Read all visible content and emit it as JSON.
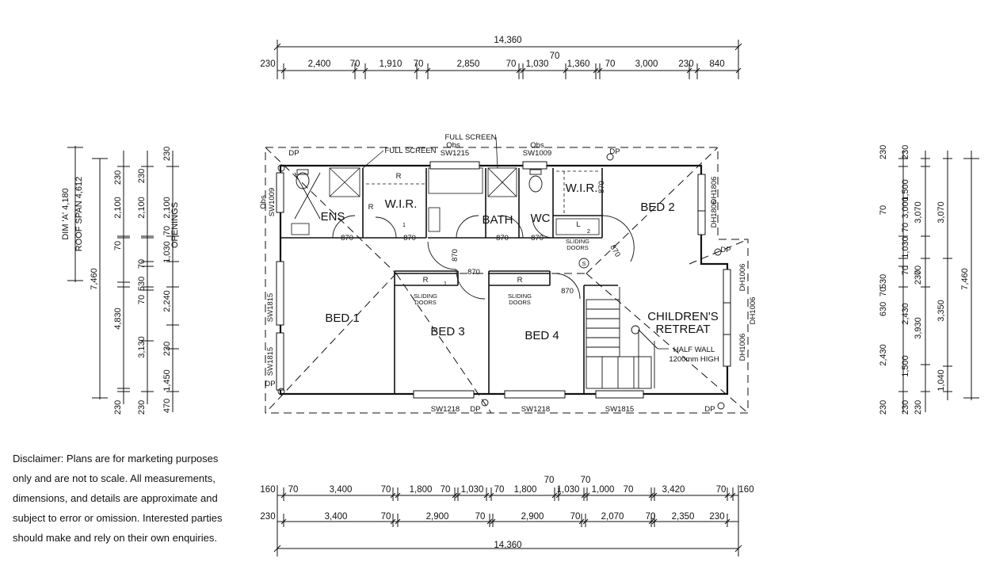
{
  "top_overall": "14,360",
  "top_segments": [
    "230",
    "2,400",
    "70",
    "1,910",
    "70",
    "2,850",
    "70",
    "1,030",
    "1,360",
    "70",
    "3,000",
    "230",
    "840"
  ],
  "top_raised": "70",
  "bottom_row1": [
    "160",
    "70",
    "3,400",
    "70",
    "1,800",
    "70",
    "1,030",
    "70",
    "1,800",
    "1,030",
    "1,000",
    "70",
    "3,420",
    "70",
    "160"
  ],
  "bottom_row1_raised": [
    "70",
    "70"
  ],
  "bottom_row2": [
    "230",
    "3,400",
    "70",
    "2,900",
    "70",
    "2,900",
    "70",
    "2,070",
    "70",
    "2,350",
    "230"
  ],
  "bottom_overall": "14,360",
  "left_dims": {
    "dim_a": "DIM 'A' 4,180",
    "roof_span": "ROOF SPAN 4,612",
    "overall": "7,460",
    "col2": [
      "230",
      "4,830",
      "70",
      "2,100",
      "230"
    ],
    "col3": [
      "230",
      "3,130",
      "70",
      "530",
      "70",
      "2,100",
      "230"
    ],
    "col4": [
      "470",
      "1,450",
      "230",
      "2,240",
      "1,030",
      "70",
      "2,100",
      "230"
    ],
    "openings": "OPENINGS"
  },
  "right_dims": {
    "col1": [
      "230",
      "2,430",
      "630",
      "70",
      "530",
      "70",
      "230"
    ],
    "col2": [
      "230",
      "1,500",
      "2,430",
      "70",
      "1,030",
      "70",
      "3,000",
      "1,500",
      "230"
    ],
    "col3": [
      "230",
      "3,930",
      "70",
      "230",
      "3,070"
    ],
    "col4": [
      "1,040",
      "3,350",
      "3,070"
    ],
    "col5": [
      "7,460"
    ]
  },
  "rooms": {
    "ens": "ENS",
    "wir1": "W.I.R.",
    "bath": "BATH",
    "wc": "WC",
    "wir2": "W.I.R.",
    "bed2": "BED 2",
    "bed1": "BED 1",
    "bed3": "BED 3",
    "bed4": "BED 4",
    "children1": "CHILDREN'S",
    "children2": "RETREAT"
  },
  "labels": {
    "full_screen_top": "FULL SCREEN",
    "obs1": "Obs",
    "sw1215": "SW1215",
    "full_screen_left": "FULL SCREEN",
    "obs2": "Obs",
    "sw1009_top": "SW1009",
    "dp": "DP",
    "obs_left": "Obs",
    "sw1009_left": "SW1009",
    "sw1815_a": "SW1815",
    "sw1815_b": "SW1815",
    "sw1815_bottom": "SW1815",
    "sw1218_a": "SW1218",
    "sw1218_b": "SW1218",
    "dh1806_a": "DH1806",
    "dh1806_b": "DH1806",
    "dh1006_a": "DH1006",
    "dh1006_b": "DH1006",
    "dh1006_c": "DH1006",
    "sliding_doors": "SLIDING",
    "doors": "DOORS",
    "half_wall_1": "HALF WALL",
    "half_wall_2": "1200mm HIGH",
    "door_870": "870",
    "mark_r": "R",
    "mark_l": "L",
    "mark_1": "1",
    "mark_2": "2",
    "mark_s": "S"
  },
  "disclaimer": [
    "Disclaimer: Plans are for marketing purposes",
    "only and are not to scale. All measurements,",
    "dimensions, and details are approximate and",
    "subject to error or omission. Interested parties",
    "should make and rely on their own enquiries."
  ]
}
